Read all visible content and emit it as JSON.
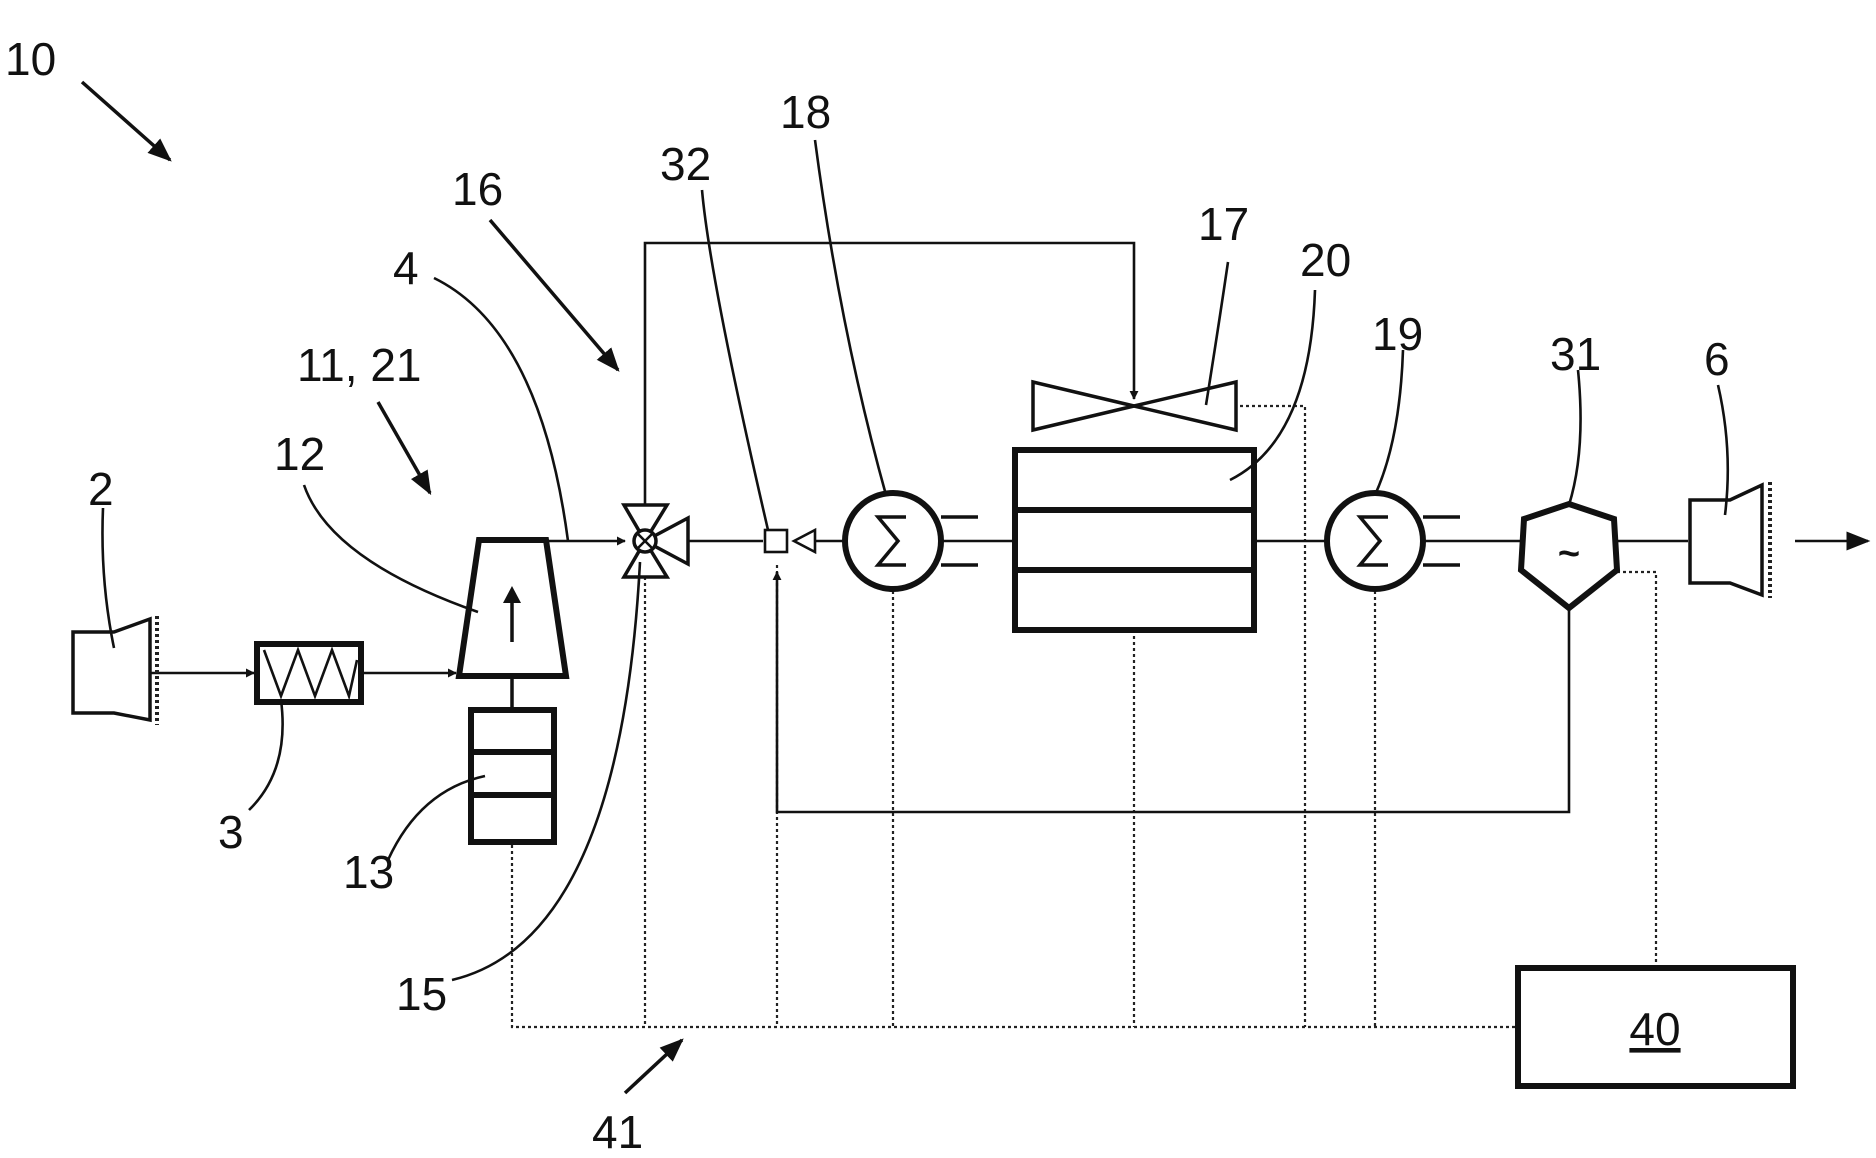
{
  "diagram": {
    "labels": {
      "system": "10",
      "air_inlet": "2",
      "filter": "3",
      "compressor_outlet_line": "4",
      "outlet": "6",
      "compressor_unit": "11, 21",
      "compressor": "12",
      "motor": "13",
      "valve_line": "15",
      "recirculation_branch": "16",
      "blower": "17",
      "heat_exchanger_1": "18",
      "heat_exchanger_2": "19",
      "fuel_cell_stack": "20",
      "turbine": "31",
      "check_valve": "32",
      "controller": "40",
      "signal_lines": "41"
    },
    "symbols": {
      "turbine_glyph": "~"
    }
  }
}
